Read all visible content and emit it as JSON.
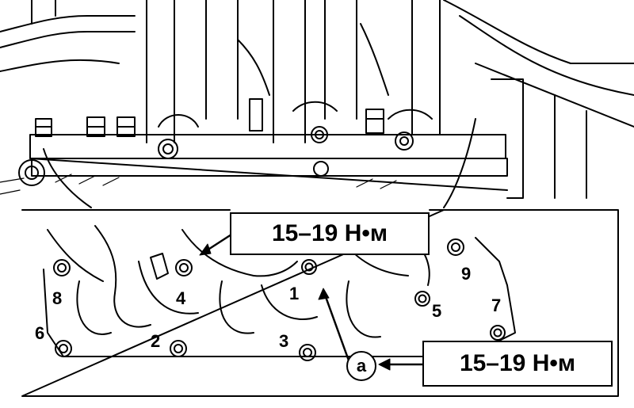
{
  "torque_callouts": {
    "upper": "15–19 Н•м",
    "lower": "15–19 Н•м"
  },
  "bolt_labels": {
    "b1": "1",
    "b2": "2",
    "b3": "3",
    "b4": "4",
    "b5": "5",
    "b6": "6",
    "b7": "7",
    "b8": "8",
    "b9": "9"
  },
  "marker": {
    "a": "a"
  },
  "colors": {
    "ink": "#000000",
    "paper": "#ffffff"
  }
}
